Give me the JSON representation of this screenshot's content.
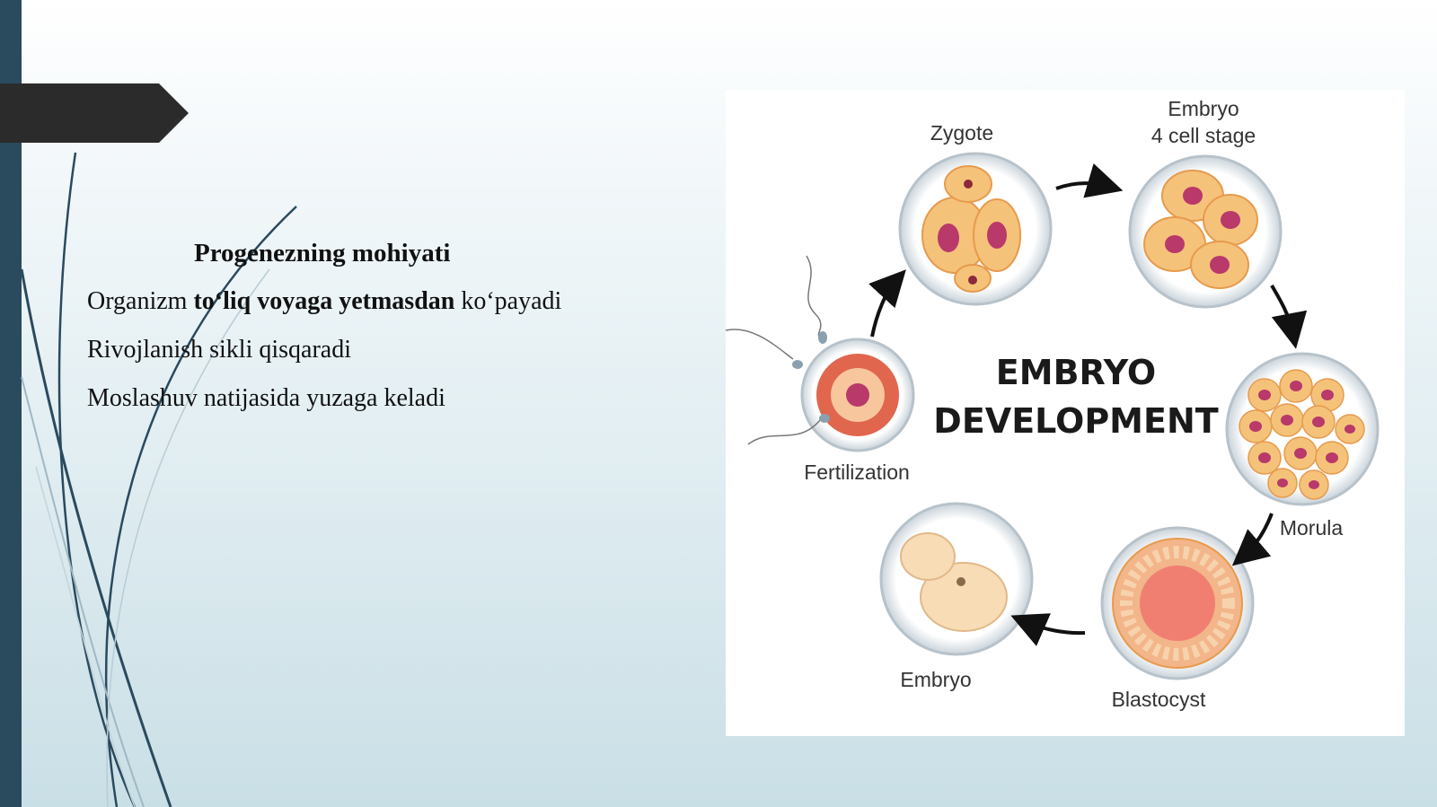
{
  "slide": {
    "title": "Progenezning mohiyati",
    "bullets": [
      {
        "pre": "Organizm ",
        "bold": "to‘liq voyaga yetmasdan",
        "post": " ko‘payadi"
      },
      {
        "text": "Rivojlanish sikli qisqaradi"
      },
      {
        "text": "Moslashuv natijasida yuzaga keladi"
      }
    ]
  },
  "figure": {
    "heading_line1": "EMBRYO",
    "heading_line2": "DEVELOPMENT",
    "stages": {
      "zygote": "Zygote",
      "embryo4_line1": "Embryo",
      "embryo4_line2": "4 cell stage",
      "morula": "Morula",
      "blastocyst": "Blastocyst",
      "embryo": "Embryo",
      "fertilization": "Fertilization"
    }
  },
  "colors": {
    "sidebar": "#2a4a5e",
    "tab": "#2b2b2b",
    "cell_fill": "#f5c27a",
    "nucleus": "#b8396a"
  }
}
